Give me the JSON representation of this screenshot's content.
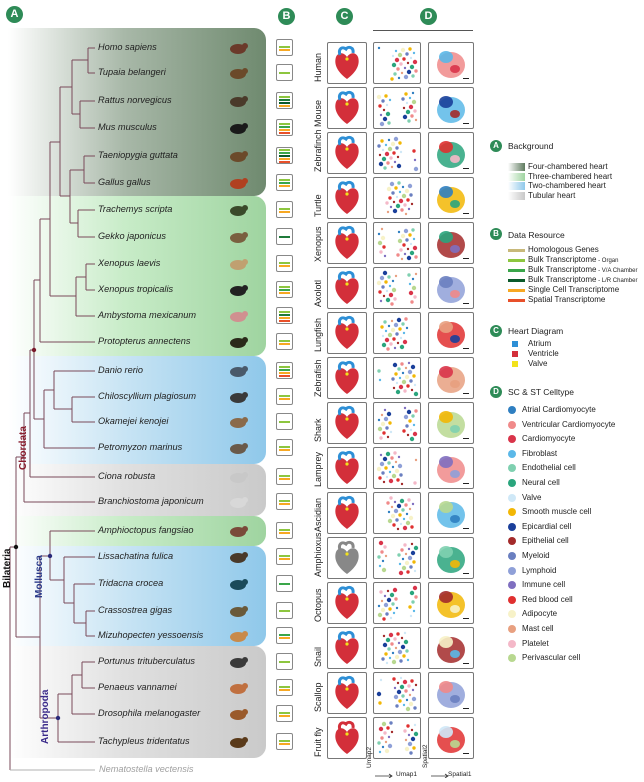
{
  "panel_labels": {
    "a": "A",
    "b": "B",
    "c": "C",
    "d": "D"
  },
  "clades": {
    "bilateria": "Bilateria",
    "chordata": "Chordata",
    "mollusca": "Mollusca",
    "arthropoda": "Arthropoda"
  },
  "species": [
    {
      "name": "Homo sapiens",
      "group": "four",
      "bars": [
        "#8dc63f",
        "#f7a823"
      ]
    },
    {
      "name": "Tupaia belangeri",
      "group": "four",
      "bars": [
        "#8dc63f"
      ]
    },
    {
      "name": "Rattus norvegicus",
      "group": "four",
      "bars": [
        "#8dc63f",
        "#1f7a3a",
        "#0b5a2a",
        "#f7a823"
      ]
    },
    {
      "name": "Mus musculus",
      "group": "four",
      "bars": [
        "#8dc63f",
        "#3aa64a",
        "#f7a823",
        "#e8502a"
      ]
    },
    {
      "name": "Taeniopygia guttata",
      "group": "four",
      "bars": [
        "#8dc63f",
        "#3aa64a",
        "#0b5a2a",
        "#f7a823",
        "#e8502a"
      ]
    },
    {
      "name": "Gallus gallus",
      "group": "four",
      "bars": [
        "#8dc63f",
        "#3aa64a",
        "#f7a823"
      ]
    },
    {
      "name": "Trachemys scripta",
      "group": "three",
      "bars": [
        "#8dc63f",
        "#f7a823"
      ]
    },
    {
      "name": "Gekko japonicus",
      "group": "three",
      "bars": [
        "#1f7a3a"
      ]
    },
    {
      "name": "Xenopus laevis",
      "group": "three",
      "bars": [
        "#8dc63f",
        "#f7a823"
      ]
    },
    {
      "name": "Xenopus tropicalis",
      "group": "three",
      "bars": [
        "#8dc63f",
        "#3aa64a",
        "#f7a823"
      ]
    },
    {
      "name": "Ambystoma mexicanum",
      "group": "three",
      "bars": [
        "#8dc63f",
        "#1f7a3a",
        "#f7a823",
        "#e8502a"
      ]
    },
    {
      "name": "Protopterus annectens",
      "group": "three",
      "bars": [
        "#8dc63f",
        "#f7a823"
      ]
    },
    {
      "name": "Danio rerio",
      "group": "two",
      "bars": [
        "#8dc63f",
        "#3aa64a",
        "#f7a823",
        "#e8502a"
      ]
    },
    {
      "name": "Chiloscyllium plagiosum",
      "group": "two",
      "bars": [
        "#8dc63f",
        "#f7a823"
      ]
    },
    {
      "name": "Okamejei kenojei",
      "group": "two",
      "bars": [
        "#8dc63f"
      ]
    },
    {
      "name": "Petromyzon marinus",
      "group": "two",
      "bars": [
        "#8dc63f",
        "#f7a823"
      ]
    },
    {
      "name": "Ciona robusta",
      "group": "tube",
      "bars": [
        "#8dc63f",
        "#f7a823"
      ]
    },
    {
      "name": "Branchiostoma japonicum",
      "group": "tube",
      "bars": [
        "#8dc63f",
        "#f7a823"
      ]
    },
    {
      "name": "Amphioctopus fangsiao",
      "group": "three",
      "bars": [
        "#8dc63f",
        "#f7a823"
      ]
    },
    {
      "name": "Lissachatina fulica",
      "group": "two",
      "bars": [
        "#8dc63f",
        "#f7a823"
      ]
    },
    {
      "name": "Tridacna crocea",
      "group": "two",
      "bars": [
        "#3aa64a"
      ]
    },
    {
      "name": "Crassostrea gigas",
      "group": "two",
      "bars": [
        "#8dc63f"
      ]
    },
    {
      "name": "Mizuhopecten yessoensis",
      "group": "two",
      "bars": [
        "#3aa64a",
        "#f7a823"
      ]
    },
    {
      "name": "Portunus trituberculatus",
      "group": "tube",
      "bars": [
        "#8dc63f"
      ]
    },
    {
      "name": "Penaeus vannamei",
      "group": "tube",
      "bars": [
        "#8dc63f",
        "#f7a823"
      ]
    },
    {
      "name": "Drosophila melanogaster",
      "group": "tube",
      "bars": [
        "#8dc63f",
        "#f7a823"
      ]
    },
    {
      "name": "Tachypleus tridentatus",
      "group": "tube",
      "bars": [
        "#8dc63f",
        "#f7a823"
      ]
    },
    {
      "name": "Nematostella vectensis",
      "group": "outgroup",
      "bars": []
    }
  ],
  "rows": [
    "Human",
    "Mouse",
    "Zebrafinch",
    "Turtle",
    "Xenopus",
    "Axolotl",
    "Lungfish",
    "Zebrafish",
    "Shark",
    "Lamprey",
    "Ascidian",
    "Amphioxus",
    "Octopus",
    "Snail",
    "Scallop",
    "Fruit fly"
  ],
  "axes": {
    "umap2": "Umap2",
    "umap1": "Umap1",
    "spatial2": "Spatial2",
    "spatial1": "Spatial1"
  },
  "legend": {
    "background": {
      "title": "Background",
      "items": [
        {
          "label": "Four-chambered heart",
          "color": "#5e7a5e"
        },
        {
          "label": "Three-chambered heart",
          "color": "#9fd4a0"
        },
        {
          "label": "Two-chambered heart",
          "color": "#8fc8ea"
        },
        {
          "label": "Tubular heart",
          "color": "#c8c8c8"
        }
      ]
    },
    "data_resource": {
      "title": "Data Resource",
      "items": [
        {
          "label": "Homologous Genes",
          "suffix": "",
          "color": "#c8b97a"
        },
        {
          "label": "Bulk Transcriptome",
          "suffix": " - Organ",
          "color": "#8dc63f"
        },
        {
          "label": "Bulk Transcriptome",
          "suffix": " - V/A Chamber",
          "color": "#3aa64a"
        },
        {
          "label": "Bulk Transcriptome",
          "suffix": " - L/R Chamber",
          "color": "#0b5a2a"
        },
        {
          "label": "Single Cell Transcriptome",
          "suffix": "",
          "color": "#f7a823"
        },
        {
          "label": "Spatial Transcriptome",
          "suffix": "",
          "color": "#e8502a"
        }
      ]
    },
    "heart_diagram": {
      "title": "Heart Diagram",
      "items": [
        {
          "label": "Atrium",
          "color": "#2e8fd6"
        },
        {
          "label": "Ventricle",
          "color": "#d32f3a"
        },
        {
          "label": "Valve",
          "color": "#f2e21b"
        }
      ]
    },
    "celltype": {
      "title": "SC & ST Celltype",
      "items": [
        {
          "label": "Atrial Cardiomyocyte",
          "color": "#2f7fc1"
        },
        {
          "label": "Ventricular Cardiomyocyte",
          "color": "#f08a8a"
        },
        {
          "label": "Cardiomyocyte",
          "color": "#d9344a"
        },
        {
          "label": "Fibroblast",
          "color": "#5bb8e8"
        },
        {
          "label": "Endothelial cell",
          "color": "#7fd0b0"
        },
        {
          "label": "Neural cell",
          "color": "#2aa57d"
        },
        {
          "label": "Valve",
          "color": "#cfe8f7"
        },
        {
          "label": "Smooth muscle cell",
          "color": "#f2b705"
        },
        {
          "label": "Epicardial cell",
          "color": "#1a3f9a"
        },
        {
          "label": "Epithelial cell",
          "color": "#a32a2a"
        },
        {
          "label": "Myeloid",
          "color": "#6a7fc0"
        },
        {
          "label": "Lymphoid",
          "color": "#8fa0d8"
        },
        {
          "label": "Immune cell",
          "color": "#7f6fc0"
        },
        {
          "label": "Red blood cell",
          "color": "#e03030"
        },
        {
          "label": "Adipocyte",
          "color": "#f7f2c8"
        },
        {
          "label": "Mast cell",
          "color": "#e8a080"
        },
        {
          "label": "Platelet",
          "color": "#f4b8c8"
        },
        {
          "label": "Perivascular cell",
          "color": "#b8d890"
        }
      ]
    }
  }
}
